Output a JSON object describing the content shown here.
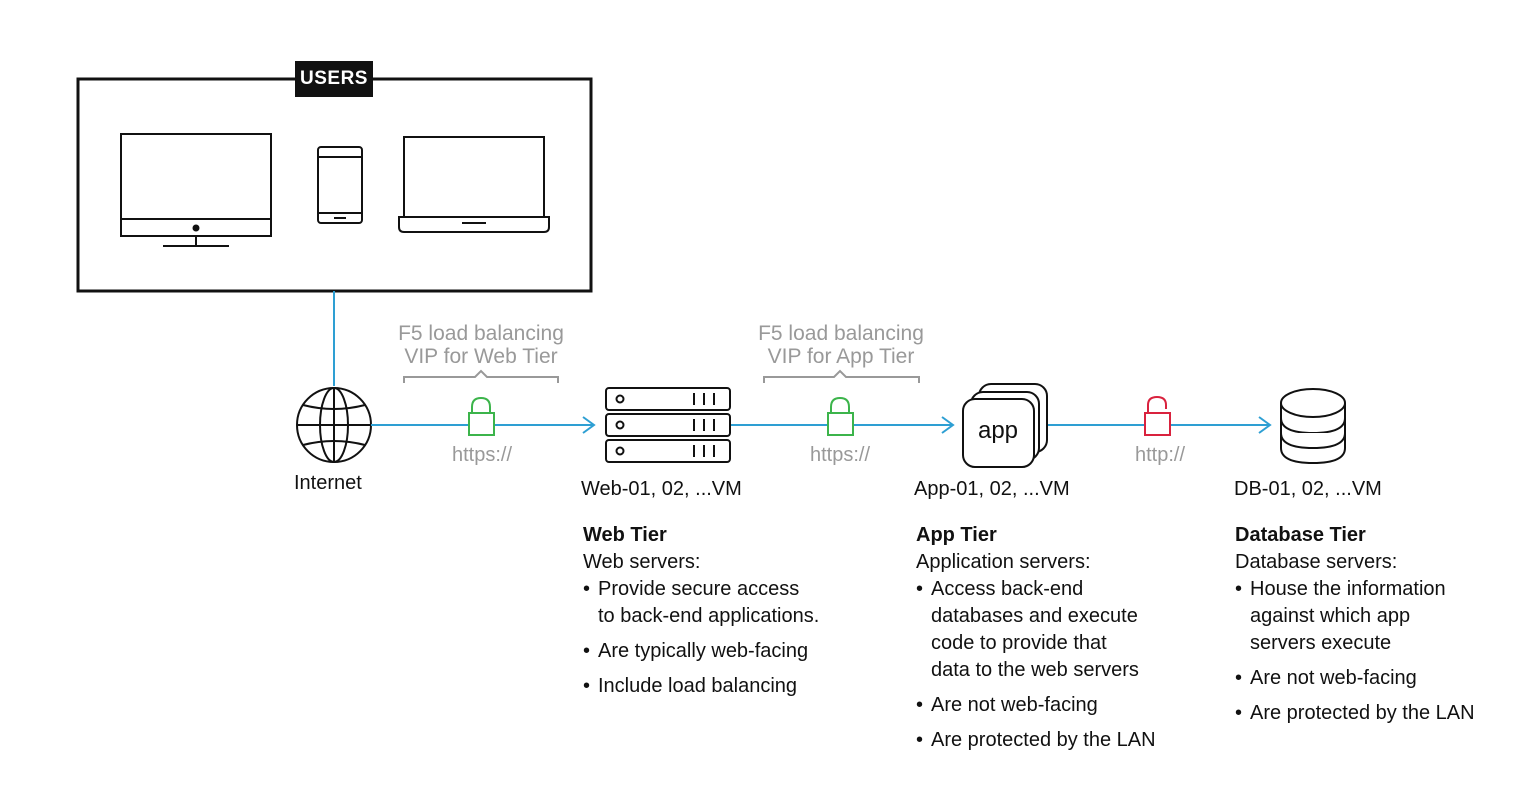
{
  "users": {
    "tag": "USERS"
  },
  "internet": {
    "label": "Internet"
  },
  "vip_web": {
    "line1": "F5 load balancing",
    "line2": "VIP for Web Tier"
  },
  "vip_app": {
    "line1": "F5 load balancing",
    "line2": "VIP for App Tier"
  },
  "links": {
    "web": "https://",
    "app": "https://",
    "db": "http://"
  },
  "nodes": {
    "web": "Web-01, 02, ...VM",
    "app": "App-01, 02, ...VM",
    "app_icon_text": "app",
    "db": "DB-01, 02, ...VM"
  },
  "tiers": {
    "web": {
      "title": "Web Tier",
      "subtitle": "Web servers:",
      "bullets": [
        "Provide secure access\nto back-end applications.",
        "Are typically web-facing",
        "Include load balancing"
      ]
    },
    "app": {
      "title": "App Tier",
      "subtitle": "Application servers:",
      "bullets": [
        "Access back-end\ndatabases and execute\ncode to provide that\ndata to the web servers",
        "Are not web-facing",
        "Are protected by the LAN"
      ]
    },
    "db": {
      "title": "Database Tier",
      "subtitle": "Database servers:",
      "bullets": [
        "House the information\nagainst which app\nservers execute",
        "Are not web-facing",
        "Are protected by the LAN"
      ]
    }
  },
  "colors": {
    "link": "#2e9fd3",
    "secure_lock": "#3cb44b",
    "insecure_lock": "#d9223e",
    "muted_text": "#999999",
    "ink": "#111111"
  }
}
